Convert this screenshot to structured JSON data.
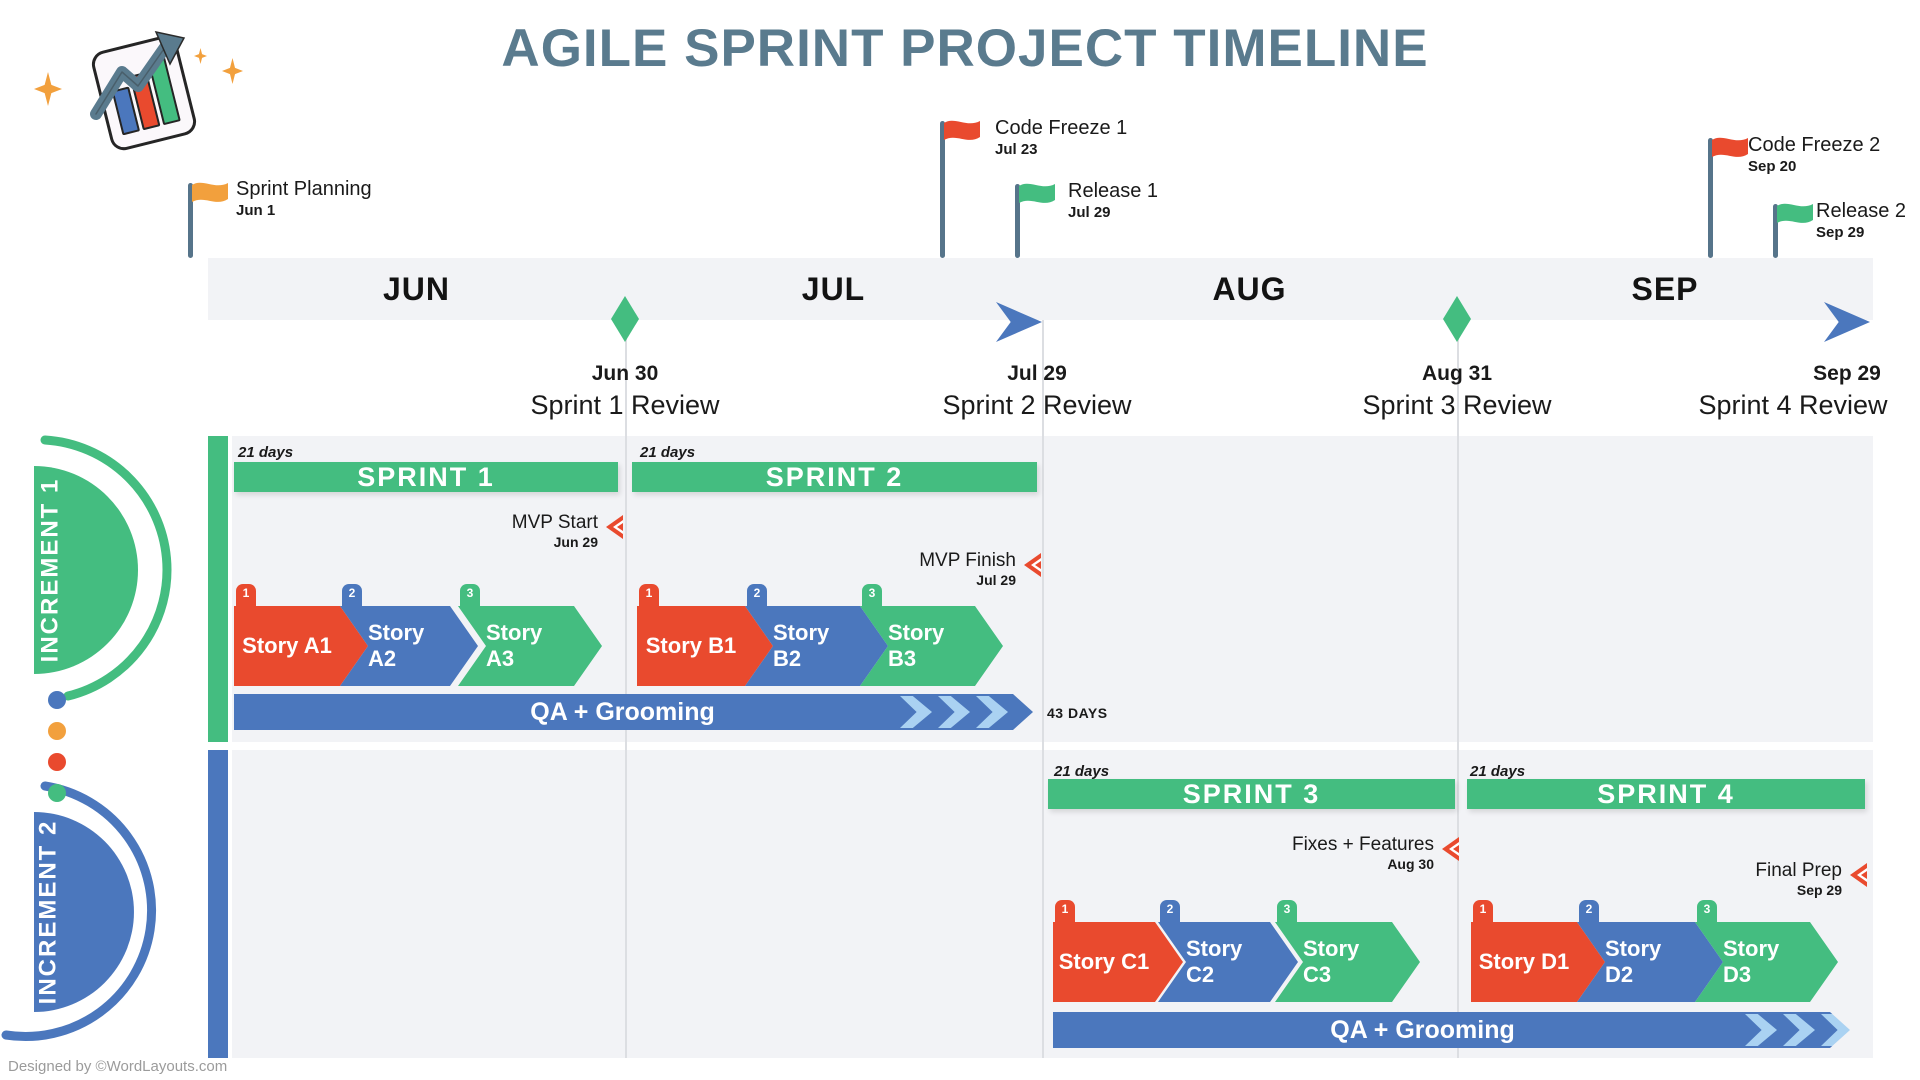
{
  "title": "AGILE SPRINT PROJECT TIMELINE",
  "credit": "Designed by ©WordLayouts.com",
  "colors": {
    "green": "#44bd80",
    "blue": "#4b77bd",
    "red": "#e94a2e",
    "orange": "#f2a03d",
    "light_blue": "#aad2f2",
    "slate": "#5a7b8e",
    "panel_gray": "#f2f3f6",
    "gridline_gray": "#dcdee2",
    "text_dark": "#1a1a1a",
    "credit_gray": "#9b9b9b"
  },
  "months": [
    "JUN",
    "JUL",
    "AUG",
    "SEP"
  ],
  "flags": [
    {
      "label": "Sprint Planning",
      "date": "Jun 1",
      "color": "orange"
    },
    {
      "label": "Code Freeze 1",
      "date": "Jul 23",
      "color": "red"
    },
    {
      "label": "Release 1",
      "date": "Jul 29",
      "color": "green"
    },
    {
      "label": "Code Freeze 2",
      "date": "Sep 20",
      "color": "red"
    },
    {
      "label": "Release 2",
      "date": "Sep 29",
      "color": "green"
    }
  ],
  "milestones": [
    {
      "date": "Jun 30",
      "label": "Sprint 1 Review",
      "icon": "diamond",
      "color": "green"
    },
    {
      "date": "Jul 29",
      "label": "Sprint 2 Review",
      "icon": "arrow",
      "color": "blue"
    },
    {
      "date": "Aug 31",
      "label": "Sprint 3 Review",
      "icon": "diamond",
      "color": "green"
    },
    {
      "date": "Sep 29",
      "label": "Sprint 4 Review",
      "icon": "arrow",
      "color": "blue"
    }
  ],
  "increments": [
    {
      "label": "INCREMENT 1",
      "color": "green"
    },
    {
      "label": "INCREMENT 2",
      "color": "blue"
    }
  ],
  "legend_dots": [
    "blue",
    "orange",
    "red",
    "green"
  ],
  "sprints": [
    {
      "name": "SPRINT 1",
      "duration": "21 days",
      "increment": 1,
      "marker": {
        "label": "MVP Start",
        "date": "Jun 29"
      },
      "stories": [
        {
          "num": "1",
          "label": "Story A1",
          "color": "red"
        },
        {
          "num": "2",
          "label": "Story A2",
          "color": "blue"
        },
        {
          "num": "3",
          "label": "Story A3",
          "color": "green"
        }
      ]
    },
    {
      "name": "SPRINT 2",
      "duration": "21 days",
      "increment": 1,
      "marker": {
        "label": "MVP Finish",
        "date": "Jul 29"
      },
      "stories": [
        {
          "num": "1",
          "label": "Story B1",
          "color": "red"
        },
        {
          "num": "2",
          "label": "Story B2",
          "color": "blue"
        },
        {
          "num": "3",
          "label": "Story B3",
          "color": "green"
        }
      ]
    },
    {
      "name": "SPRINT 3",
      "duration": "21 days",
      "increment": 2,
      "marker": {
        "label": "Fixes + Features",
        "date": "Aug 30"
      },
      "stories": [
        {
          "num": "1",
          "label": "Story C1",
          "color": "red"
        },
        {
          "num": "2",
          "label": "Story C2",
          "color": "blue"
        },
        {
          "num": "3",
          "label": "Story C3",
          "color": "green"
        }
      ]
    },
    {
      "name": "SPRINT 4",
      "duration": "21 days",
      "increment": 2,
      "marker": {
        "label": "Final Prep",
        "date": "Sep 29"
      },
      "stories": [
        {
          "num": "1",
          "label": "Story D1",
          "color": "red"
        },
        {
          "num": "2",
          "label": "Story D2",
          "color": "blue"
        },
        {
          "num": "3",
          "label": "Story D3",
          "color": "green"
        }
      ]
    }
  ],
  "qa_bars": [
    {
      "label": "QA + Grooming",
      "note": "43 DAYS"
    },
    {
      "label": "QA + Grooming",
      "note": ""
    }
  ]
}
